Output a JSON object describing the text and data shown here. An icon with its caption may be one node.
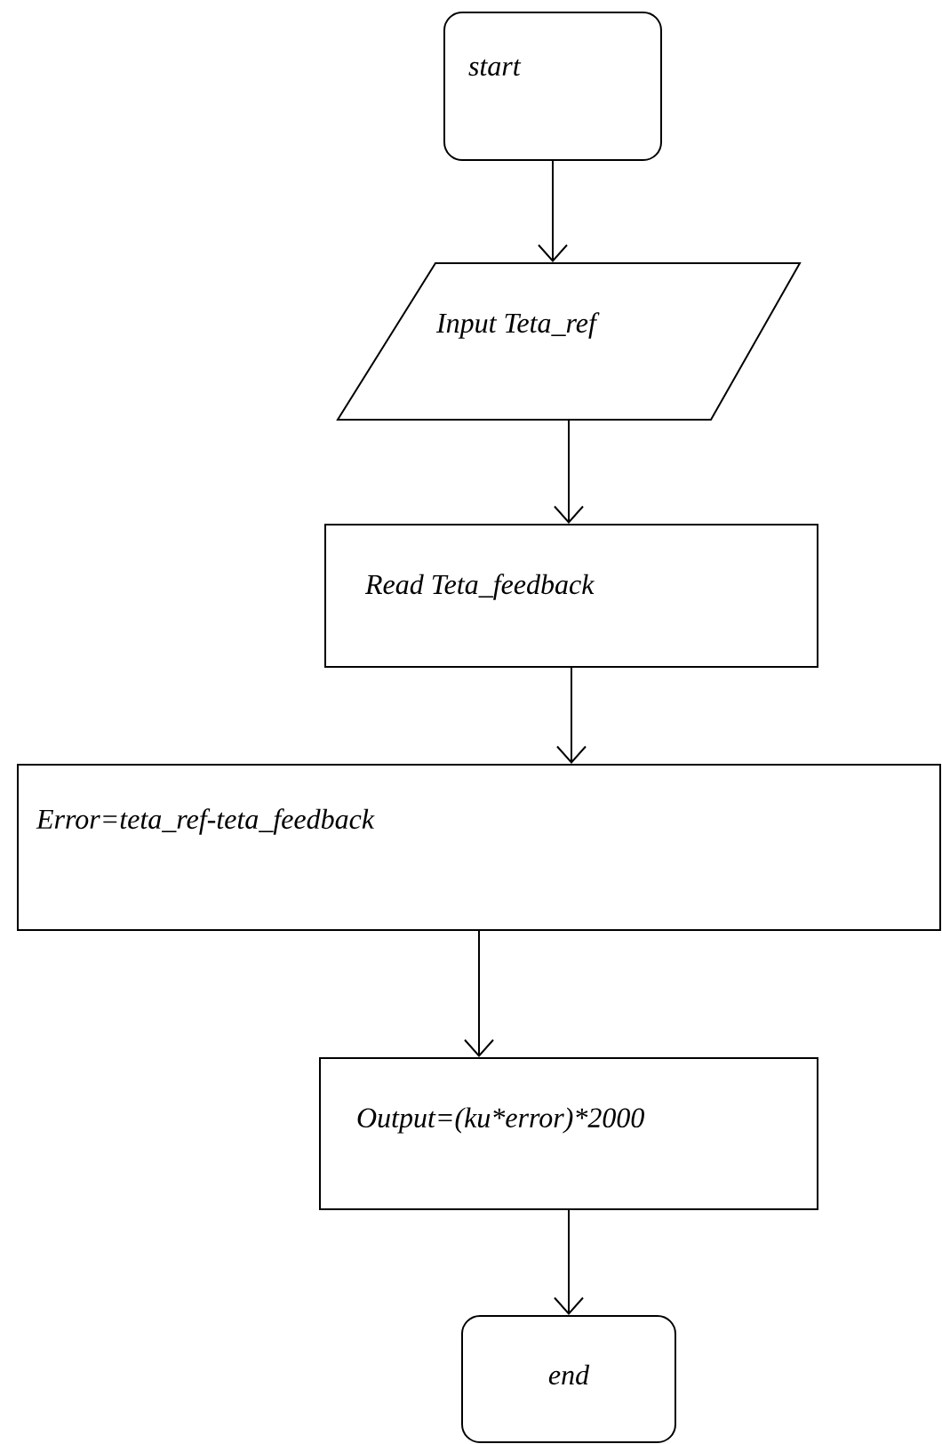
{
  "diagram": {
    "nodes": [
      {
        "text": [
          "start"
        ]
      },
      {
        "text": [
          "Input Teta_ref"
        ]
      },
      {
        "text": [
          "Read Teta_feedback"
        ]
      },
      {
        "text": [
          "Error=teta_ref-teta_feedback"
        ]
      },
      {
        "text": [
          "Output=(ku*error)*2000"
        ]
      },
      {
        "text": [
          "end"
        ]
      }
    ],
    "edges": [
      {
        "from": 0,
        "to": 1,
        "arrow": "to"
      },
      {
        "from": 1,
        "to": 2,
        "arrow": "to"
      },
      {
        "from": 2,
        "to": 3,
        "arrow": "to"
      },
      {
        "from": 3,
        "to": 4,
        "arrow": "to"
      },
      {
        "from": 4,
        "to": 5,
        "arrow": "to"
      }
    ]
  }
}
